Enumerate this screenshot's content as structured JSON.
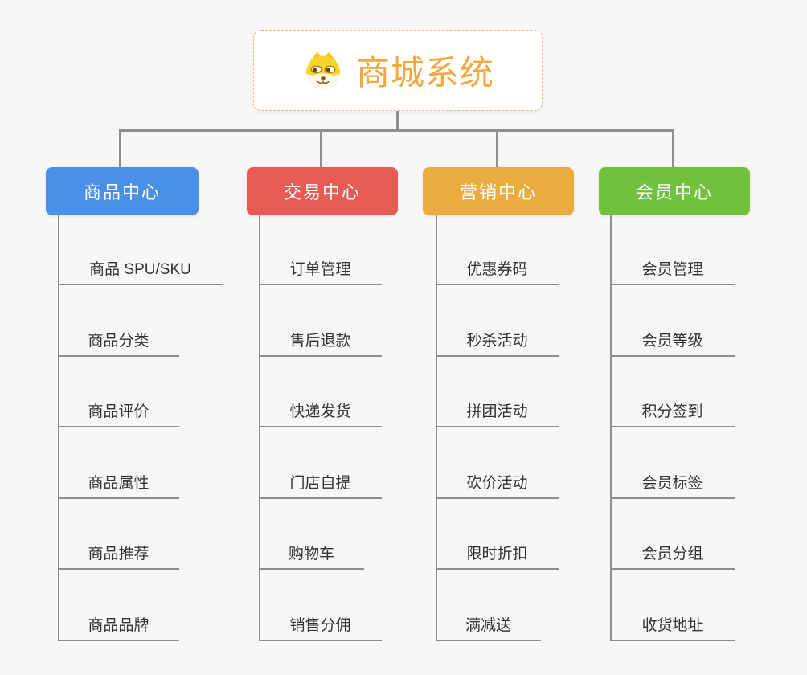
{
  "root": {
    "title": "商城系统",
    "icon": "doge-face-icon"
  },
  "colors": {
    "branch_product": "#4b90e8",
    "branch_trade": "#e85b55",
    "branch_marketing": "#ecac3d",
    "branch_member": "#72c13c",
    "root_title": "#f2a842",
    "connector": "#8e8e8e",
    "background": "#f7f7f7"
  },
  "branches": [
    {
      "label": "商品中心",
      "color": "#4b90e8",
      "items": [
        "商品 SPU/SKU",
        "商品分类",
        "商品评价",
        "商品属性",
        "商品推荐",
        "商品品牌"
      ]
    },
    {
      "label": "交易中心",
      "color": "#e85b55",
      "items": [
        "订单管理",
        "售后退款",
        "快递发货",
        "门店自提",
        "购物车",
        "销售分佣"
      ]
    },
    {
      "label": "营销中心",
      "color": "#ecac3d",
      "items": [
        "优惠券码",
        "秒杀活动",
        "拼团活动",
        "砍价活动",
        "限时折扣",
        "满减送"
      ]
    },
    {
      "label": "会员中心",
      "color": "#72c13c",
      "items": [
        "会员管理",
        "会员等级",
        "积分签到",
        "会员标签",
        "会员分组",
        "收货地址"
      ]
    }
  ]
}
